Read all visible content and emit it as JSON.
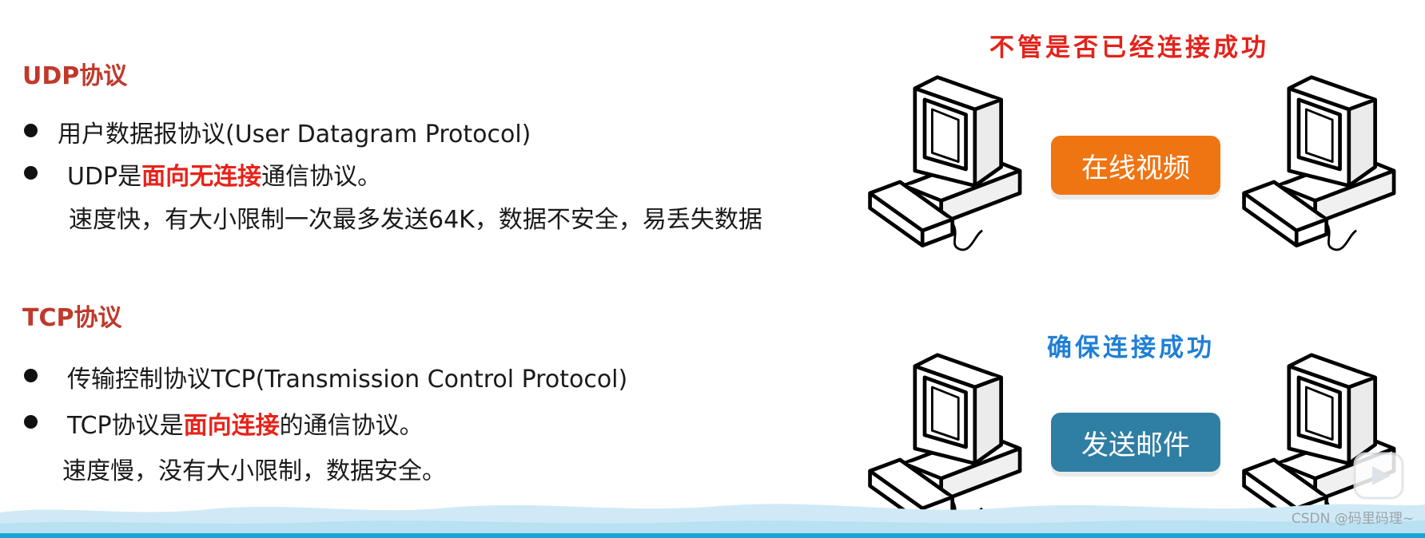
{
  "udp": {
    "title": "UDP协议",
    "bullet1": "用户数据报协议(User Datagram Protocol)",
    "bullet2_prefix": "UDP是",
    "bullet2_highlight": "面向无连接",
    "bullet2_suffix": "通信协议。",
    "note": "速度快，有大小限制一次最多发送64K，数据不安全，易丢失数据"
  },
  "tcp": {
    "title": "TCP协议",
    "bullet1": "传输控制协议TCP(Transmission Control Protocol)",
    "bullet2_prefix": "TCP协议是",
    "bullet2_highlight": "面向连接",
    "bullet2_suffix": "的通信协议。",
    "note": "速度慢，没有大小限制，数据安全。"
  },
  "diagram_top": {
    "caption": "不管是否已经连接成功",
    "caption_color": "#e3231b",
    "button_label": "在线视频",
    "button_color": "#ef7513"
  },
  "diagram_bottom": {
    "caption": "确保连接成功",
    "caption_color": "#1f7fd6",
    "button_label": "发送邮件",
    "button_color": "#2f7ea3"
  },
  "watermark": "CSDN @码里码理~",
  "icons": {
    "computer": "computer-icon",
    "play": "play-icon"
  }
}
